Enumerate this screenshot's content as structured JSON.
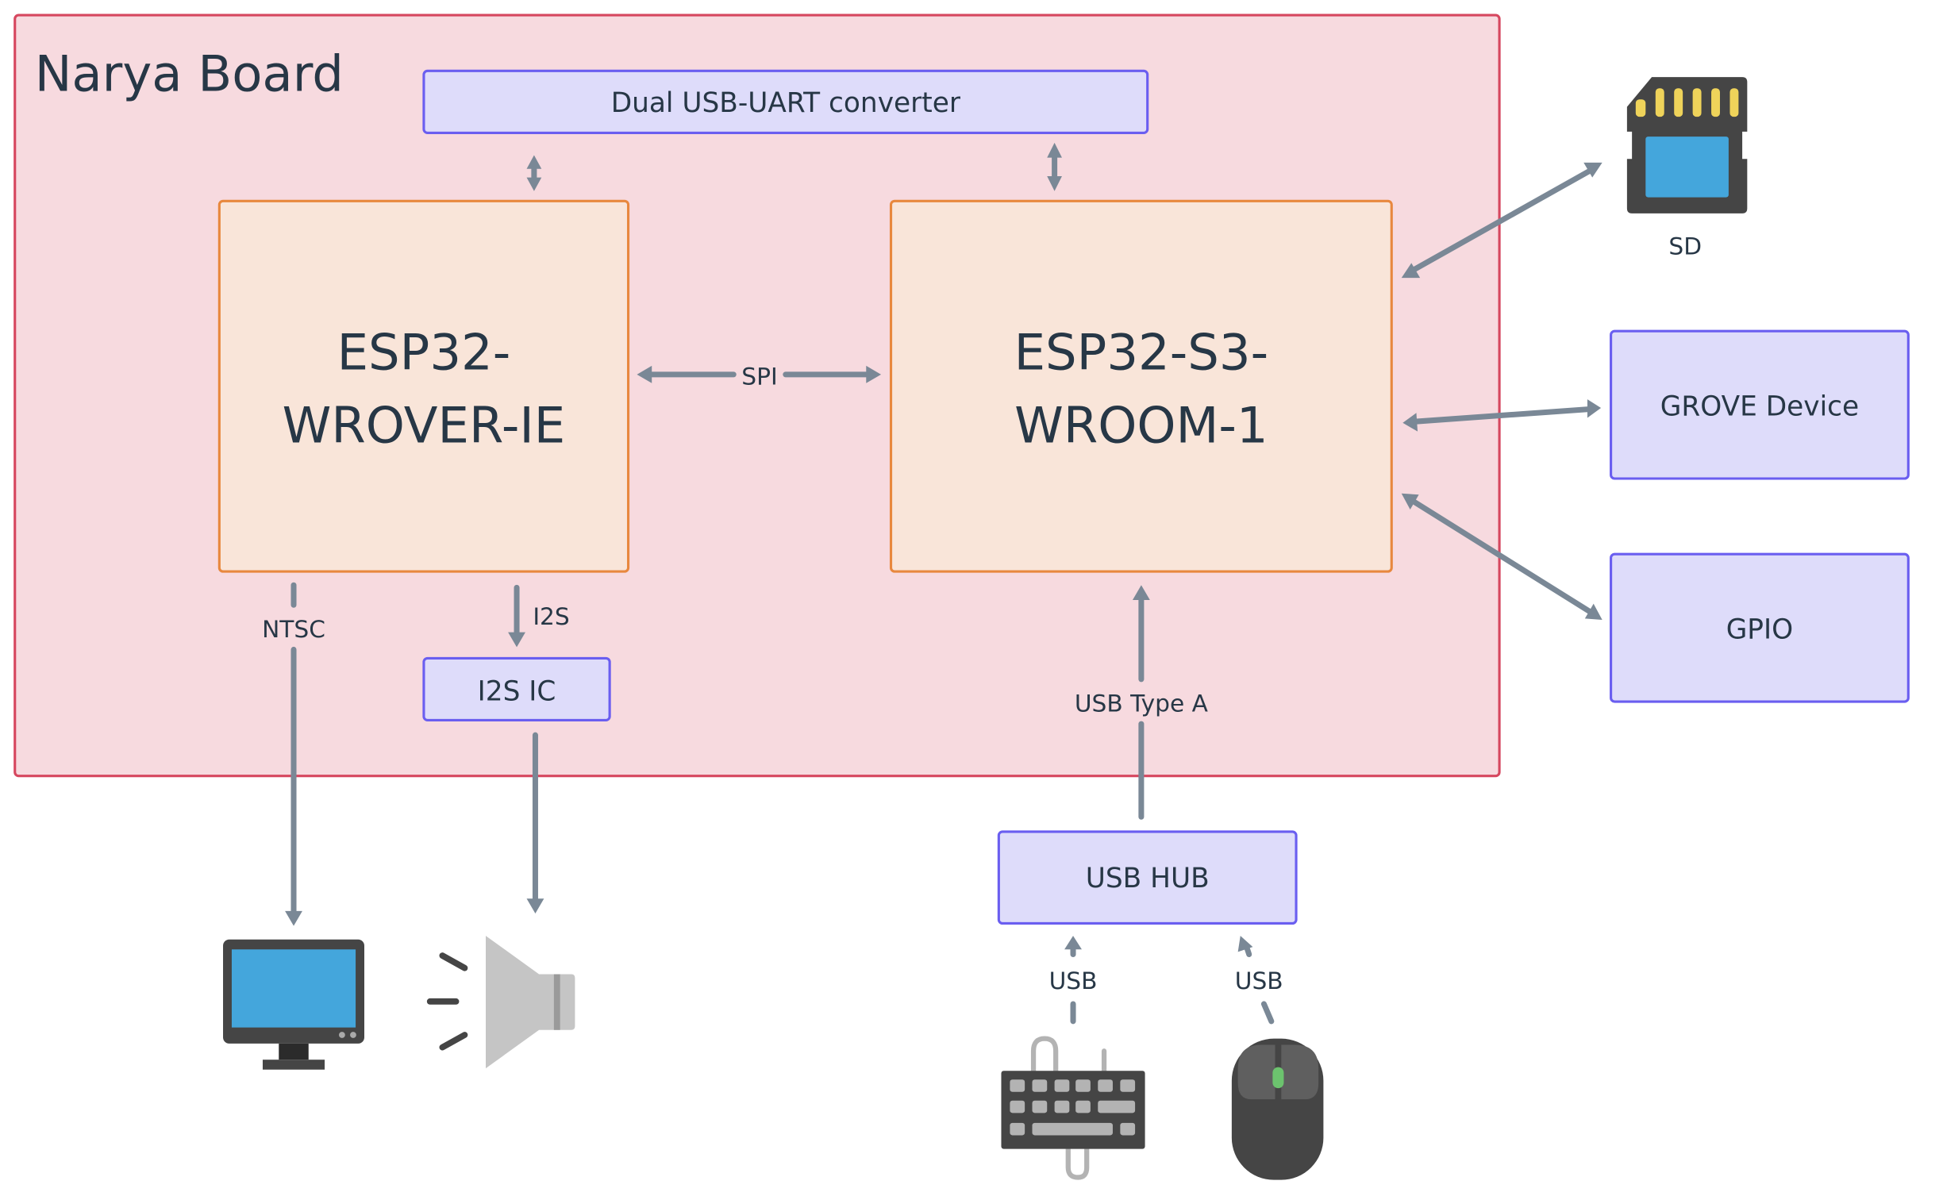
{
  "board": {
    "title": "Narya Board",
    "fill": "#f7dadf",
    "stroke": "#d6475f"
  },
  "nodes": {
    "uart": {
      "label": "Dual USB-UART converter"
    },
    "wrover": {
      "line1": "ESP32-",
      "line2": "WROVER-IE"
    },
    "s3": {
      "line1": "ESP32-S3-",
      "line2": "WROOM-1"
    },
    "i2s_ic": {
      "label": "I2S IC"
    },
    "grove": {
      "label": "GROVE Device"
    },
    "gpio": {
      "label": "GPIO"
    },
    "usb_hub": {
      "label": "USB HUB"
    },
    "sd": {
      "label": "SD",
      "icon": "sd-card-icon"
    },
    "monitor": {
      "icon": "monitor-icon"
    },
    "speaker": {
      "icon": "speaker-icon"
    },
    "keyboard": {
      "icon": "keyboard-icon"
    },
    "mouse": {
      "icon": "mouse-icon"
    }
  },
  "edges": {
    "spi": "SPI",
    "ntsc": "NTSC",
    "i2s": "I2S",
    "usb_type_a": "USB Type A",
    "usb_keyboard": "USB",
    "usb_mouse": "USB"
  },
  "colors": {
    "module_fill": "#f9e5d9",
    "module_stroke": "#e8883e",
    "peripheral_fill": "#dedcfa",
    "peripheral_stroke": "#6a5ef0",
    "edge": "#7a8896",
    "text": "#273746"
  }
}
